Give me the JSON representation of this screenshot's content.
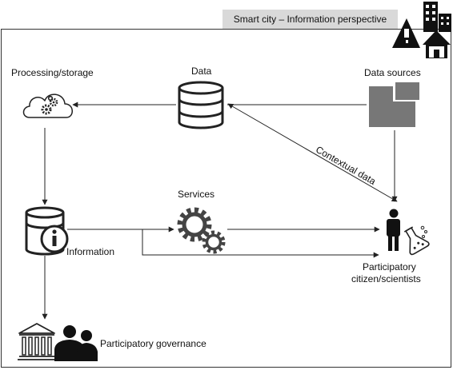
{
  "title": "Smart city – Information perspective",
  "nodes": {
    "processing": "Processing/storage",
    "data": "Data",
    "data_sources": "Data sources",
    "services": "Services",
    "information": "Information",
    "participatory_citizen_line1": "Participatory",
    "participatory_citizen_line2": "citizen/scientists",
    "participatory_governance": "Participatory governance"
  },
  "edges": {
    "contextual_data": "Contextual data"
  },
  "icons": {
    "city": "city-buildings-icon",
    "cloud": "cloud-gears-icon",
    "database": "database-icon",
    "sources": "overlapping-squares-icon",
    "information": "database-info-icon",
    "services": "gears-icon",
    "citizen": "scientist-flask-icon",
    "governance": "government-people-icon"
  },
  "colors": {
    "title_bg": "#d9d9d9",
    "source_squares": "#777777",
    "stroke": "#222222"
  }
}
